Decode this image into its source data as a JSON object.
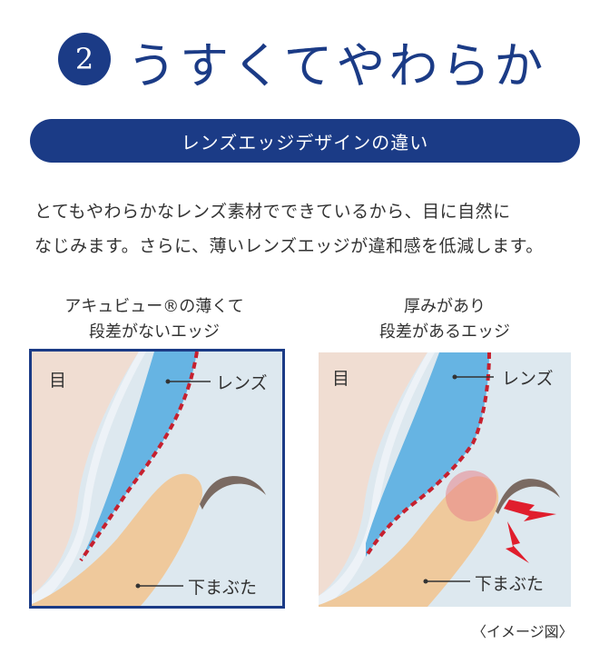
{
  "header": {
    "number": "2",
    "title": "うすくてやわらか"
  },
  "banner": {
    "label": "レンズエッジデザインの違い"
  },
  "description": {
    "line1": "とてもやわらかなレンズ素材でできているから、目に自然に",
    "line2": "なじみます。さらに、薄いレンズエッジが違和感を低減します。"
  },
  "left_panel": {
    "caption_line1": "アキュビュー®の薄くて",
    "caption_line2": "段差がないエッジ",
    "label_eye": "目",
    "label_lens": "レンズ",
    "label_eyelid": "下まぶた"
  },
  "right_panel": {
    "caption_line1": "厚みがあり",
    "caption_line2": "段差があるエッジ",
    "label_eye": "目",
    "label_lens": "レンズ",
    "label_eyelid": "下まぶた"
  },
  "footnote": "〈イメージ図〉",
  "colors": {
    "navy": "#1b3b86",
    "eye": "#f0ddd2",
    "background": "#dde8ef",
    "lens": "#66b4e3",
    "eyelid": "#efc99c",
    "edge_dash": "#c6202e",
    "lash": "#7a6a62",
    "lightning": "#e01e2d"
  },
  "icons": {
    "lightning": "lightning-bolt-icon"
  }
}
